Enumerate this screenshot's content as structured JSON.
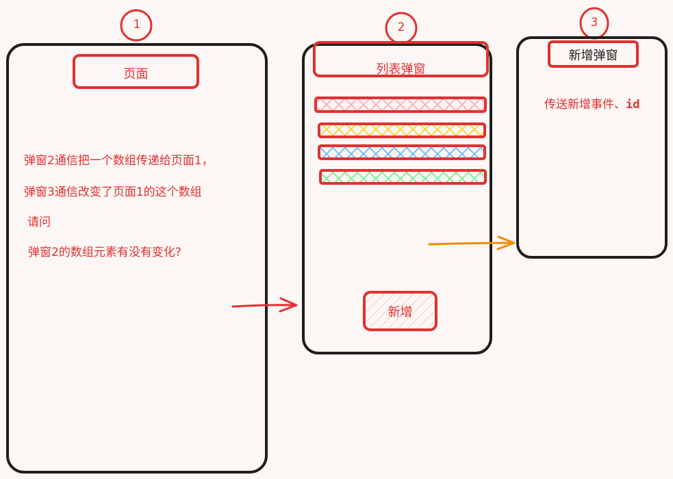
{
  "markers": {
    "one": "1",
    "two": "2",
    "three": "3"
  },
  "panel1": {
    "title": "页面",
    "question_lines": [
      "弹窗2通信把一个数组传递给页面1，",
      "弹窗3通信改变了页面1的这个数组",
      "请问",
      "弹窗2的数组元素有没有变化?"
    ]
  },
  "panel2": {
    "title": "列表弹窗",
    "add_button": "新增"
  },
  "panel3": {
    "title": "新增弹窗",
    "event_text_prefix": "传送新增事件、",
    "event_text_id": "id"
  },
  "colors": {
    "stroke": "#1e1e1e",
    "red": "#e03131",
    "orange": "#f08c00",
    "background": "#fcf6f4",
    "list_item_colors": [
      "#ffb3b3",
      "#ffd43b",
      "#74c0fc",
      "#8ce99a"
    ]
  }
}
